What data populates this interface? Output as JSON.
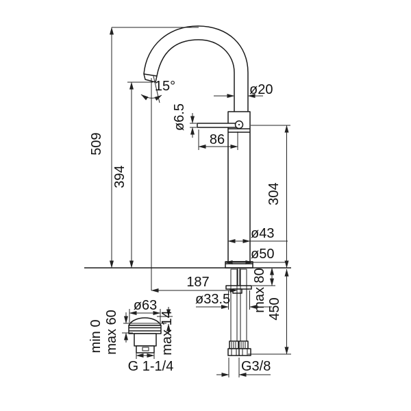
{
  "drawing": {
    "type": "technical-dimension-drawing",
    "subject": "tall single-lever basin mixer faucet with pop-up waste",
    "background_color": "#ffffff",
    "line_color": "#1a1a1a"
  },
  "labels": {
    "height_total": "509",
    "height_spout_outlet": "394",
    "spout_angle": "15°",
    "spout_tube_diameter": "ø20",
    "lever_diameter": "ø6.5",
    "lever_length": "86",
    "body_height_above_deck": "304",
    "body_diameter": "ø43",
    "base_diameter": "ø50",
    "spout_reach": "187",
    "deck_thickness": "max 80",
    "hose_length": "450",
    "hole_diameter": "ø33.5",
    "waste_cap_diameter": "ø63",
    "waste_travel_min": "min 0",
    "waste_travel_max": "max 60",
    "waste_cap_height": "max 14",
    "waste_thread": "G 1-1/4",
    "hose_thread": "G3/8"
  }
}
